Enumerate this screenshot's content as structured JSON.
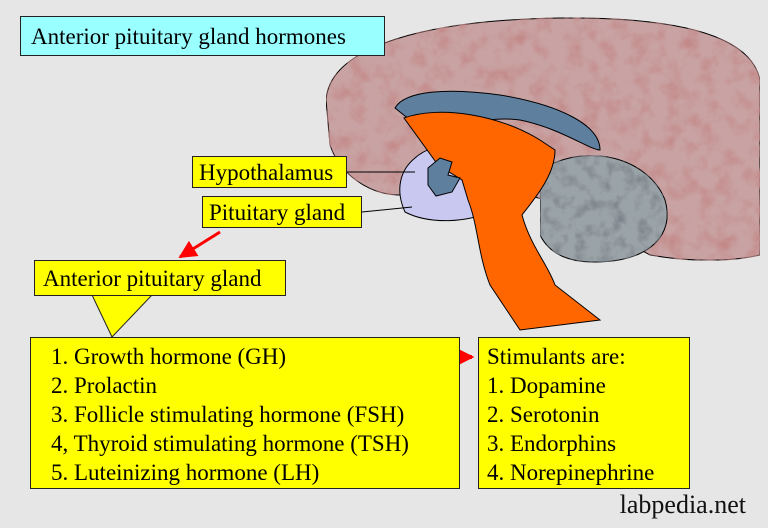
{
  "title": "Anterior pituitary gland hormones",
  "labels": {
    "hypothalamus": "Hypothalamus",
    "pituitary_gland": "Pituitary gland",
    "anterior_pituitary": "Anterior pituitary gland"
  },
  "hormones": [
    "1. Growth hormone (GH)",
    "2. Prolactin",
    "3. Follicle stimulating hormone (FSH)",
    "4, Thyroid stimulating hormone (TSH)",
    "5. Luteinizing hormone (LH)"
  ],
  "stimulants": {
    "heading": "Stimulants are:",
    "items": [
      "1. Dopamine",
      "2. Serotonin",
      "3. Endorphins",
      "4. Norepinephrine"
    ]
  },
  "watermark": "labpedia.net",
  "colors": {
    "background": "#e6e6e6",
    "label_fill": "#ffff00",
    "title_fill": "#99ffff",
    "cerebrum": "#c9a3a3",
    "brainstem": "#ff6600",
    "ventricle": "#5f7f9f",
    "pituitary": "#c8c8f0",
    "cerebellum": "#9aa3a8",
    "arrow": "#ff0000"
  }
}
